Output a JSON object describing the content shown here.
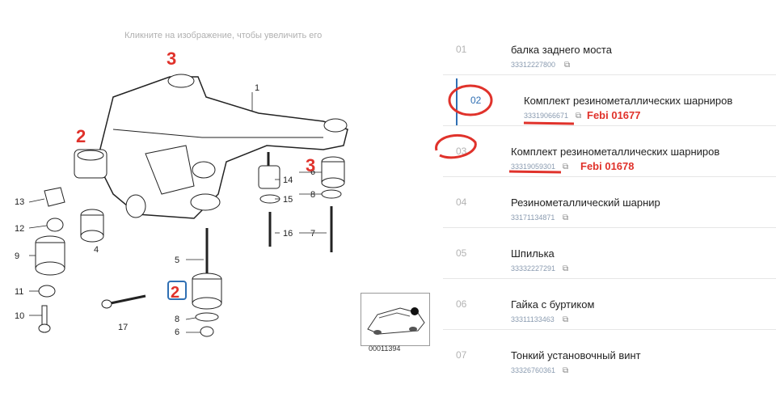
{
  "hint": "Кликните на изображение, чтобы увеличить его",
  "thumb_code": "00011394",
  "callouts": [
    "1",
    "2",
    "3",
    "4",
    "5",
    "6",
    "7",
    "8",
    "9",
    "10",
    "11",
    "12",
    "13",
    "14",
    "15",
    "16",
    "17"
  ],
  "annotations": {
    "big_2": "2",
    "big_3_top": "3",
    "big_3_right": "3",
    "boxed_2": "2"
  },
  "parts": [
    {
      "num": "01",
      "name": "балка заднего моста",
      "code": "33312227800",
      "note": ""
    },
    {
      "num": "02",
      "name": "Комплект резинометаллических шарниров",
      "code": "33319066671",
      "note": "Febi 01677"
    },
    {
      "num": "03",
      "name": "Комплект резинометаллических шарниров",
      "code": "33319059301",
      "note": "Febi 01678"
    },
    {
      "num": "04",
      "name": "Резинометаллический шарнир",
      "code": "33171134871",
      "note": ""
    },
    {
      "num": "05",
      "name": "Шпилька",
      "code": "33332227291",
      "note": ""
    },
    {
      "num": "06",
      "name": "Гайка с буртиком",
      "code": "33311133463",
      "note": ""
    },
    {
      "num": "07",
      "name": "Тонкий установочный винт",
      "code": "33326760361",
      "note": ""
    }
  ],
  "colors": {
    "accent": "#2f6fb3",
    "annotation": "#e0322b"
  }
}
